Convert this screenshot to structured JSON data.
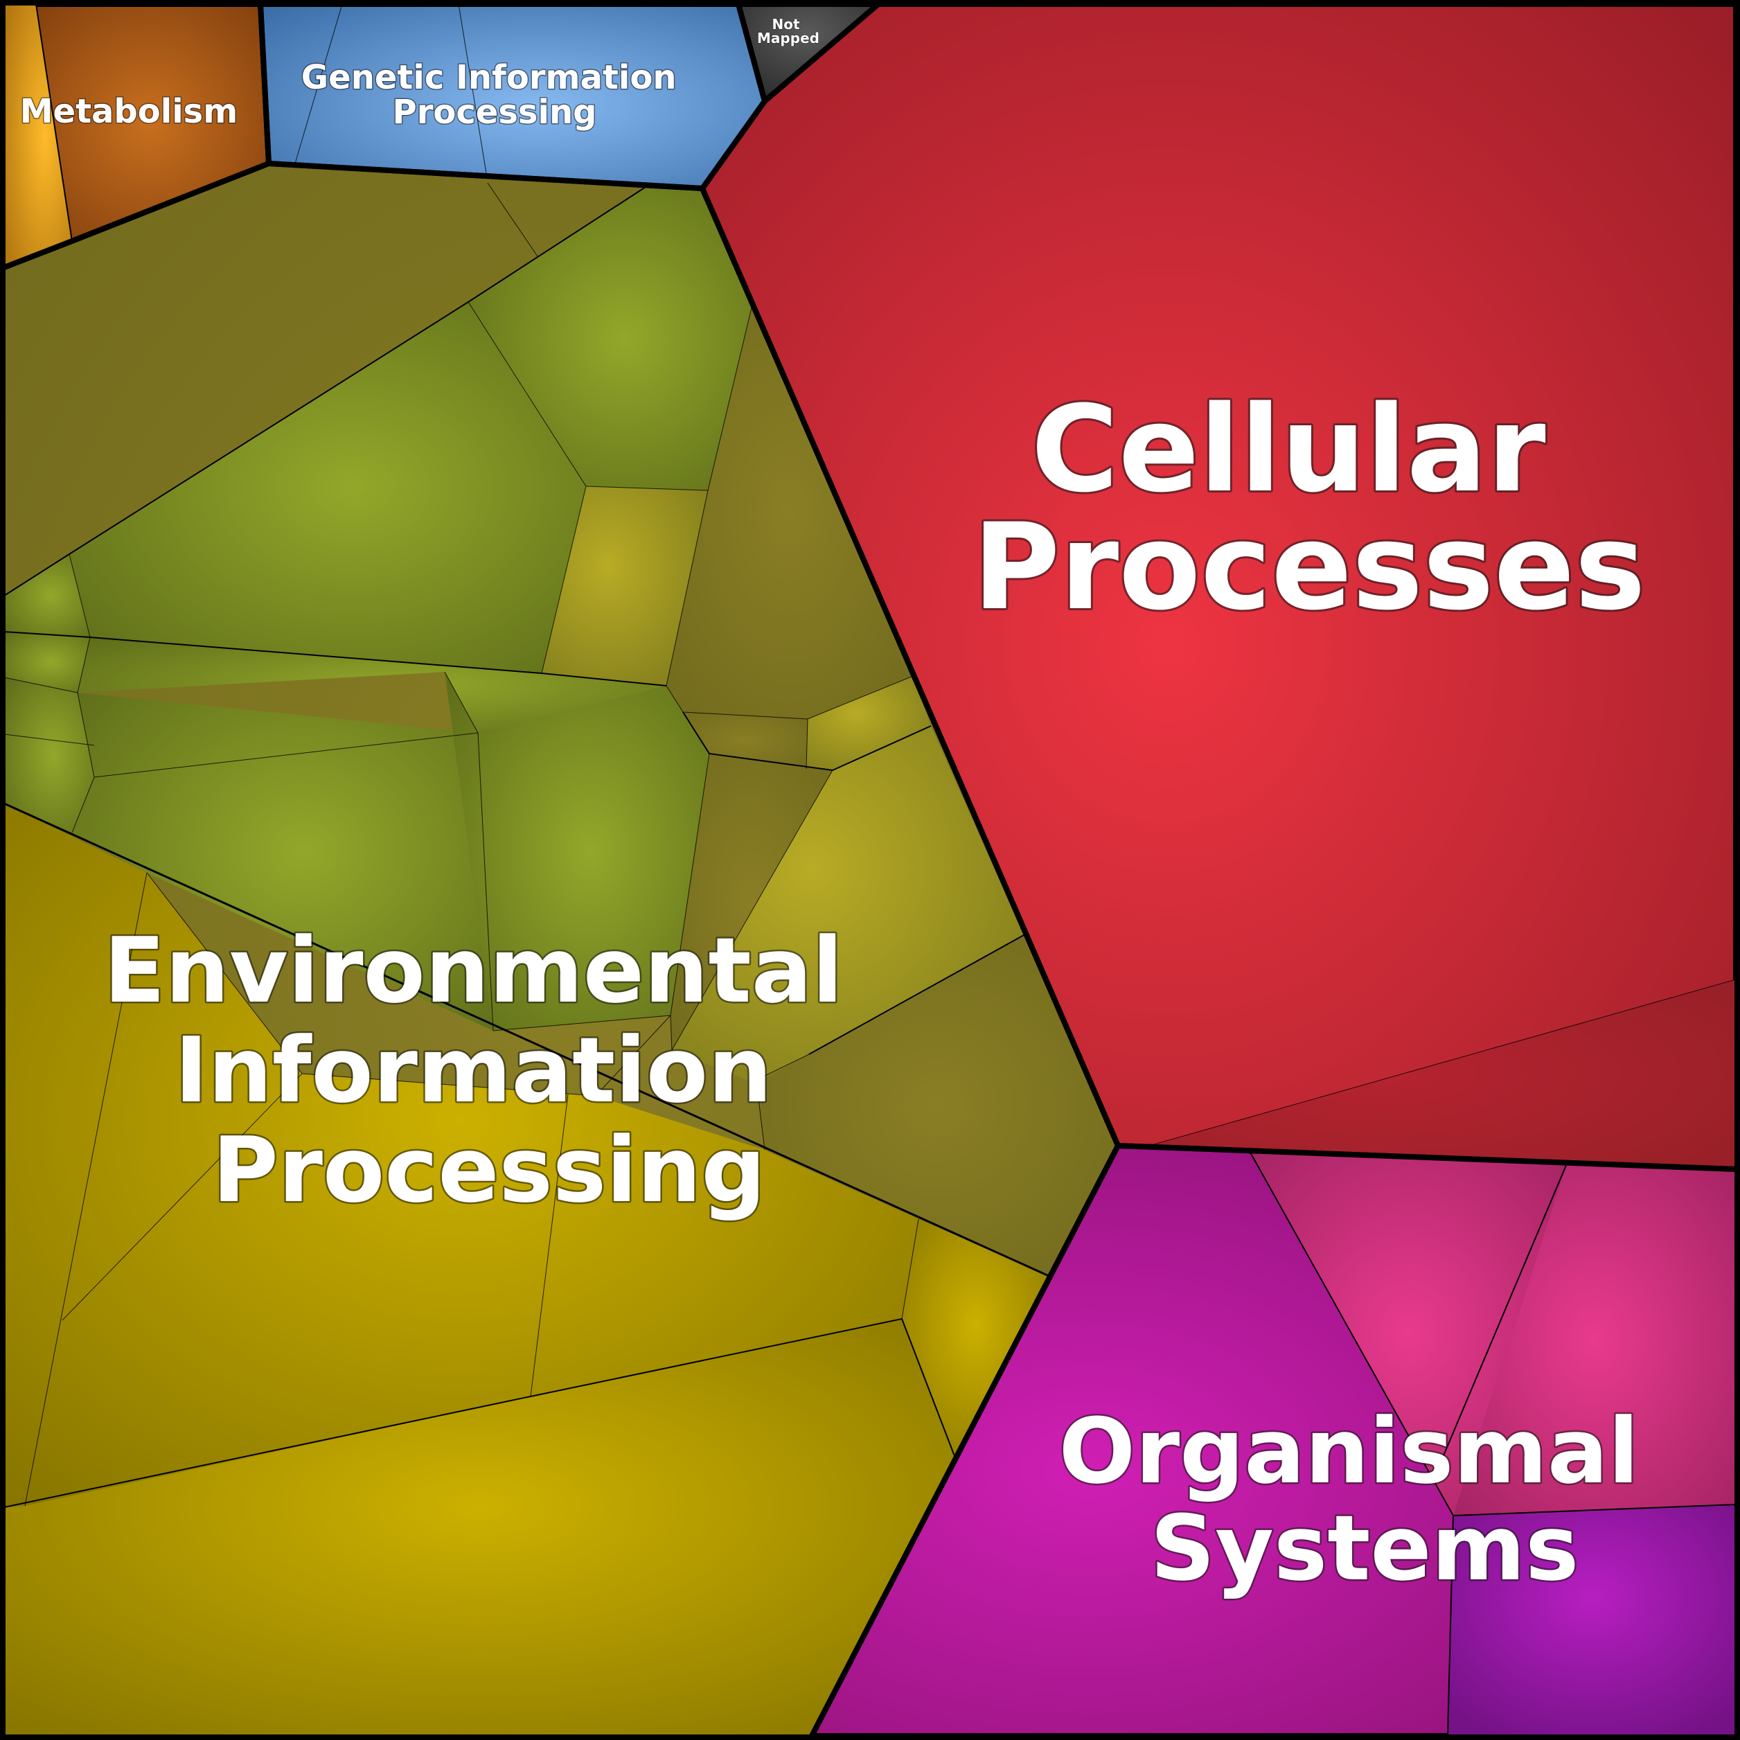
{
  "categories": [
    {
      "key": "metabolism",
      "label_lines": [
        "Metabolism"
      ],
      "color": "#c46d1c"
    },
    {
      "key": "genetic",
      "label_lines": [
        "Genetic Information",
        "Processing"
      ],
      "color": "#5a93d4"
    },
    {
      "key": "not_mapped",
      "label_lines": [
        "Not",
        "Mapped"
      ],
      "color": "#4a4a4a"
    },
    {
      "key": "cellular",
      "label_lines": [
        "Cellular",
        "Processes"
      ],
      "color": "#e53340"
    },
    {
      "key": "environmental",
      "label_lines": [
        "Environmental",
        "Information",
        "Processing"
      ],
      "color": "#9aa52a"
    },
    {
      "key": "organismal",
      "label_lines": [
        "Organismal",
        "Systems"
      ],
      "color": "#c42aa8"
    }
  ],
  "colors": {
    "border": "#000000",
    "label_text": "#ffffff"
  }
}
